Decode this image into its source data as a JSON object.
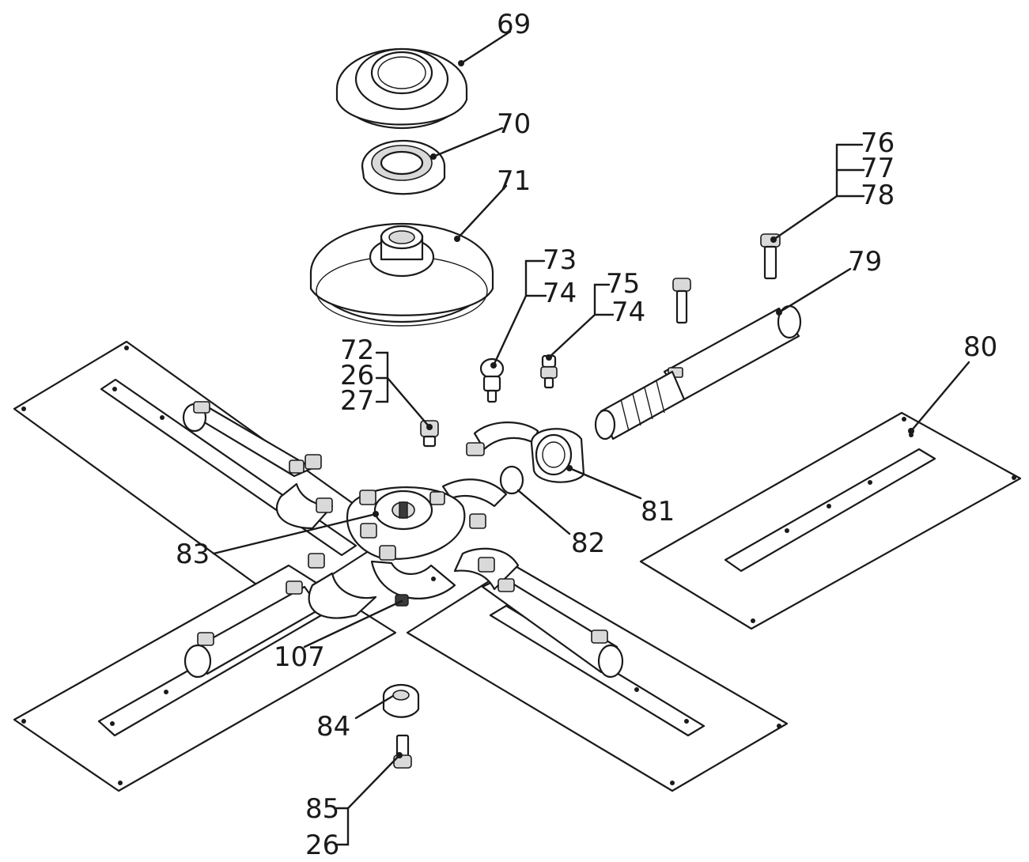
{
  "labels": {
    "l69": "69",
    "l70": "70",
    "l71": "71",
    "l76": "76",
    "l77": "77",
    "l78": "78",
    "l73": "73",
    "l74a": "74",
    "l75": "75",
    "l74b": "74",
    "l79": "79",
    "l72": "72",
    "l26a": "26",
    "l27": "27",
    "l80": "80",
    "l81": "81",
    "l82": "82",
    "l83": "83",
    "l107": "107",
    "l84": "84",
    "l85": "85",
    "l26b": "26"
  }
}
